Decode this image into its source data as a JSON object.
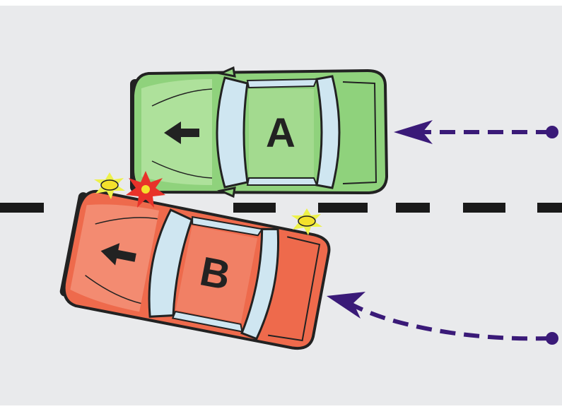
{
  "diagram": {
    "cars": [
      {
        "id": "car-a",
        "label": "A",
        "body_color": "#8fd27c",
        "body_color_light": "#c8ecb4",
        "direction": "left"
      },
      {
        "id": "car-b",
        "label": "B",
        "body_color": "#ee6a4c",
        "body_color_light": "#f8b39f",
        "direction": "left"
      }
    ],
    "colors": {
      "road": "#e9eaec",
      "lane_marking": "#1a1a1a",
      "path_arrow": "#3a1a78",
      "outline": "#222222",
      "glass": "#cfe6f1",
      "impact_burst": "#e8322a",
      "impact_glow": "#f4e12c",
      "spark": "#eef24a"
    },
    "icons": [
      "direction-arrow-icon",
      "impact-burst-icon",
      "spark-icon",
      "path-arrow-icon"
    ]
  }
}
